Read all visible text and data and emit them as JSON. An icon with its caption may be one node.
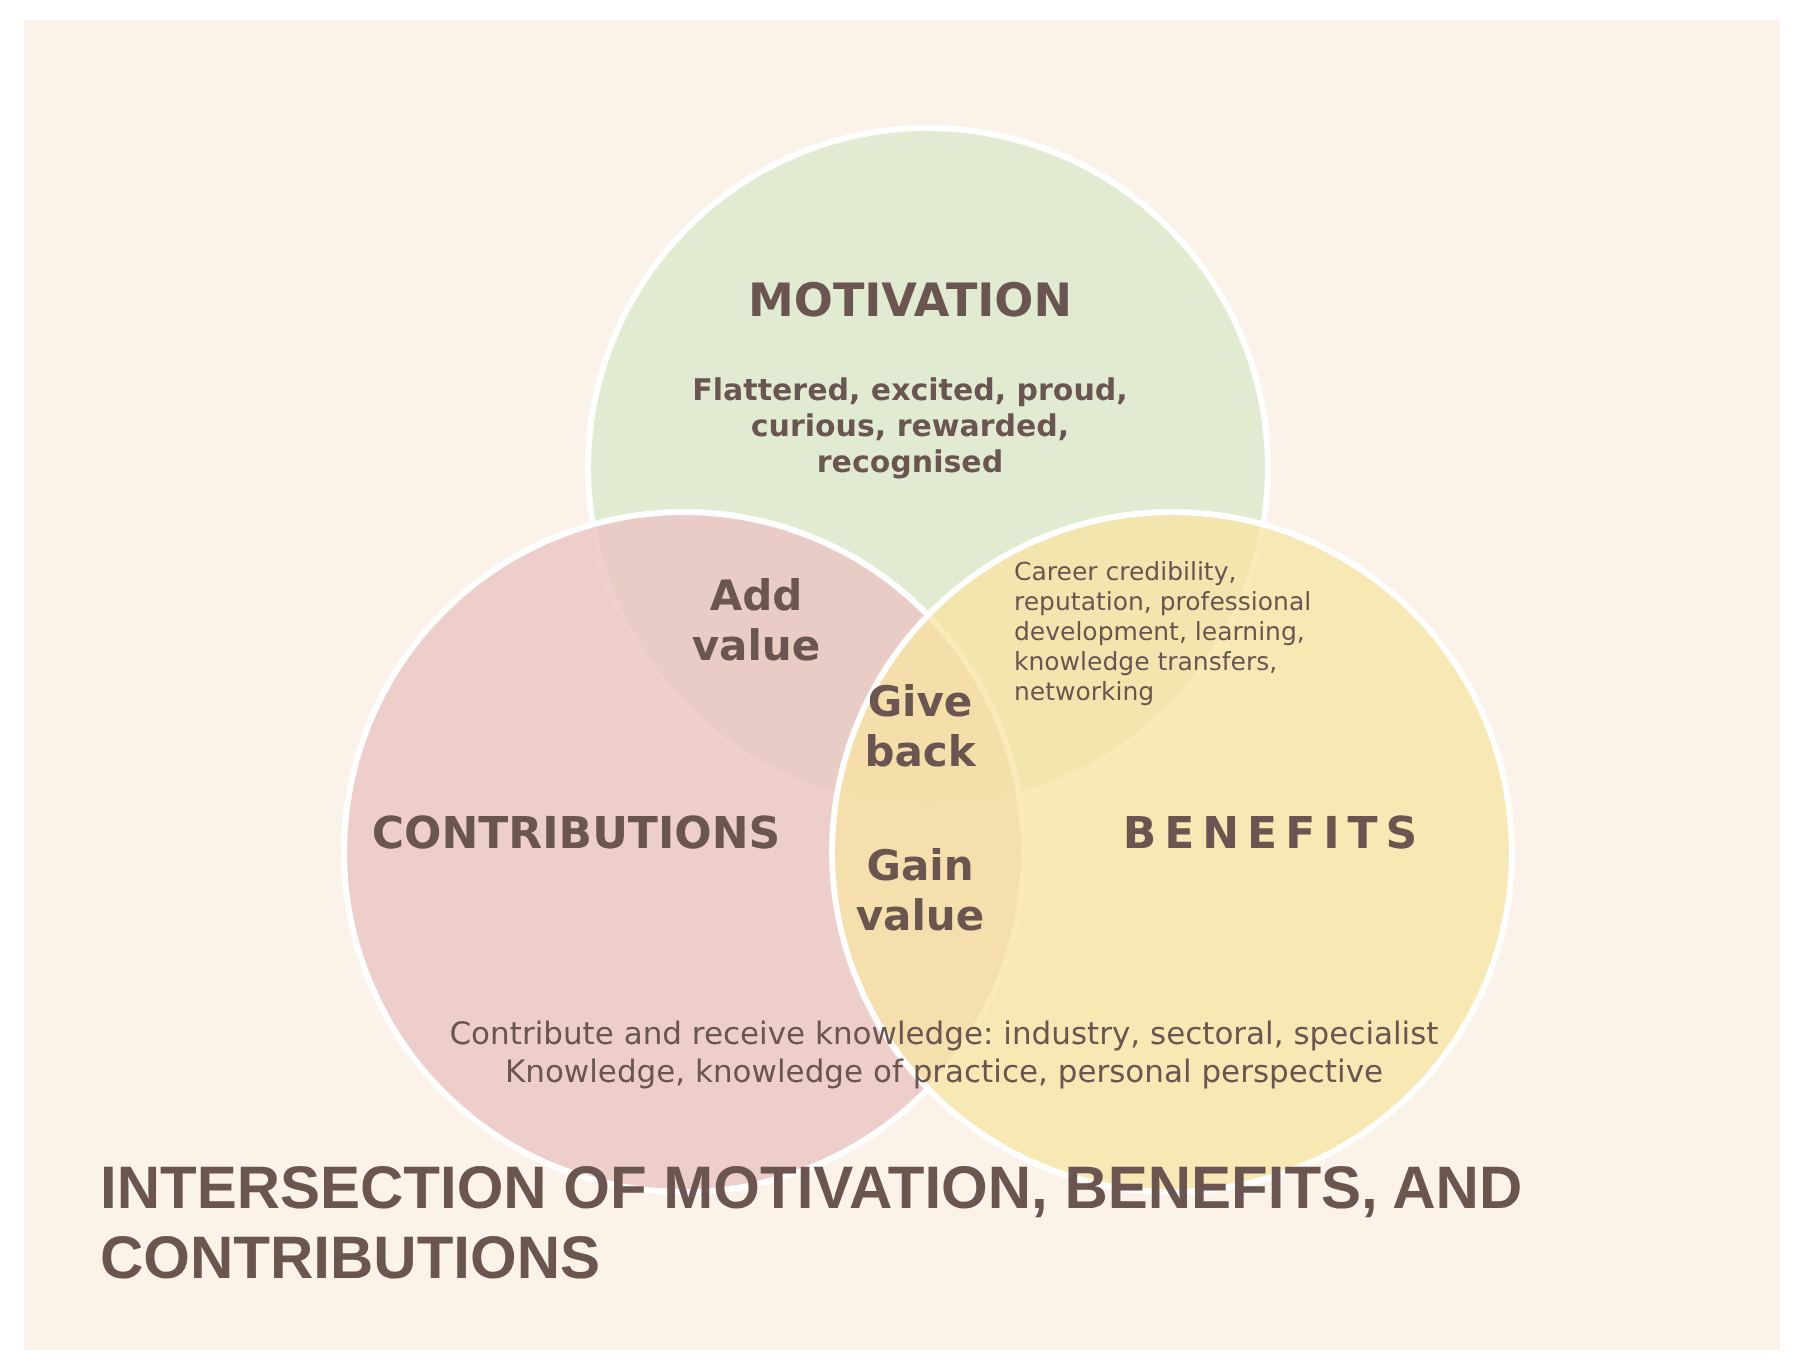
{
  "diagram": {
    "title": "INTERSECTION OF MOTIVATION, BENEFITS, AND CONTRIBUTIONS",
    "nodes": [
      {
        "text": [
          "MOTIVATION",
          "Flattered, excited, proud, curious, rewarded, recognised"
        ]
      },
      {
        "text": [
          "CONTRIBUTIONS"
        ]
      },
      {
        "text": [
          "Career credibility, reputation, professional development, learning, knowledge transfers, networking",
          "BENEFITS"
        ]
      }
    ],
    "labels": [
      "Add value",
      "Give back",
      "Gain value",
      "Contribute and receive knowledge: industry, sectoral, specialist",
      "Knowledge, knowledge of practice, personal perspective"
    ]
  }
}
